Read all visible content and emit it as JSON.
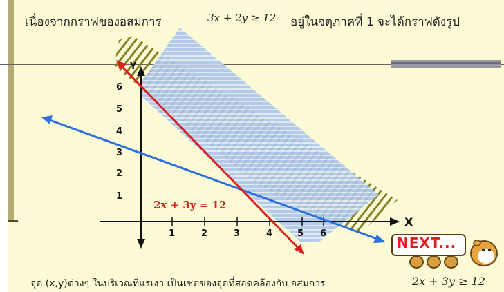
{
  "header": {
    "text_left": "เนื่องจากกราฟของอสมการ",
    "inequality": "3x + 2y ≥ 12",
    "text_right": "อยู่ในจตุภาคที่ 1 จะได้กราฟดังรูป"
  },
  "graph": {
    "x_axis_label": "X",
    "y_axis_label": "Y",
    "x_ticks": [
      "1",
      "2",
      "3",
      "4",
      "5",
      "6"
    ],
    "y_ticks": [
      "1",
      "2",
      "3",
      "4",
      "5",
      "6"
    ],
    "line_label": "2x + 3y = 12",
    "colors": {
      "red_line": "#d82020",
      "blue_line": "#2b6fdc",
      "olive_hatch": "#7d7a1c",
      "blue_shade": "#8fb3e6"
    }
  },
  "footer": {
    "text": "จุด (x,y)ต่างๆ ในบริเวณที่แรเงา เป็นเซตของจุดที่สอดคล้องกับ อสมการ",
    "inequality": "2x + 3y ≥ 12"
  },
  "next_button": {
    "label": "NEXT..."
  },
  "icons": {
    "pebbles": "pebble-icon",
    "mascot": "hamster-icon"
  }
}
